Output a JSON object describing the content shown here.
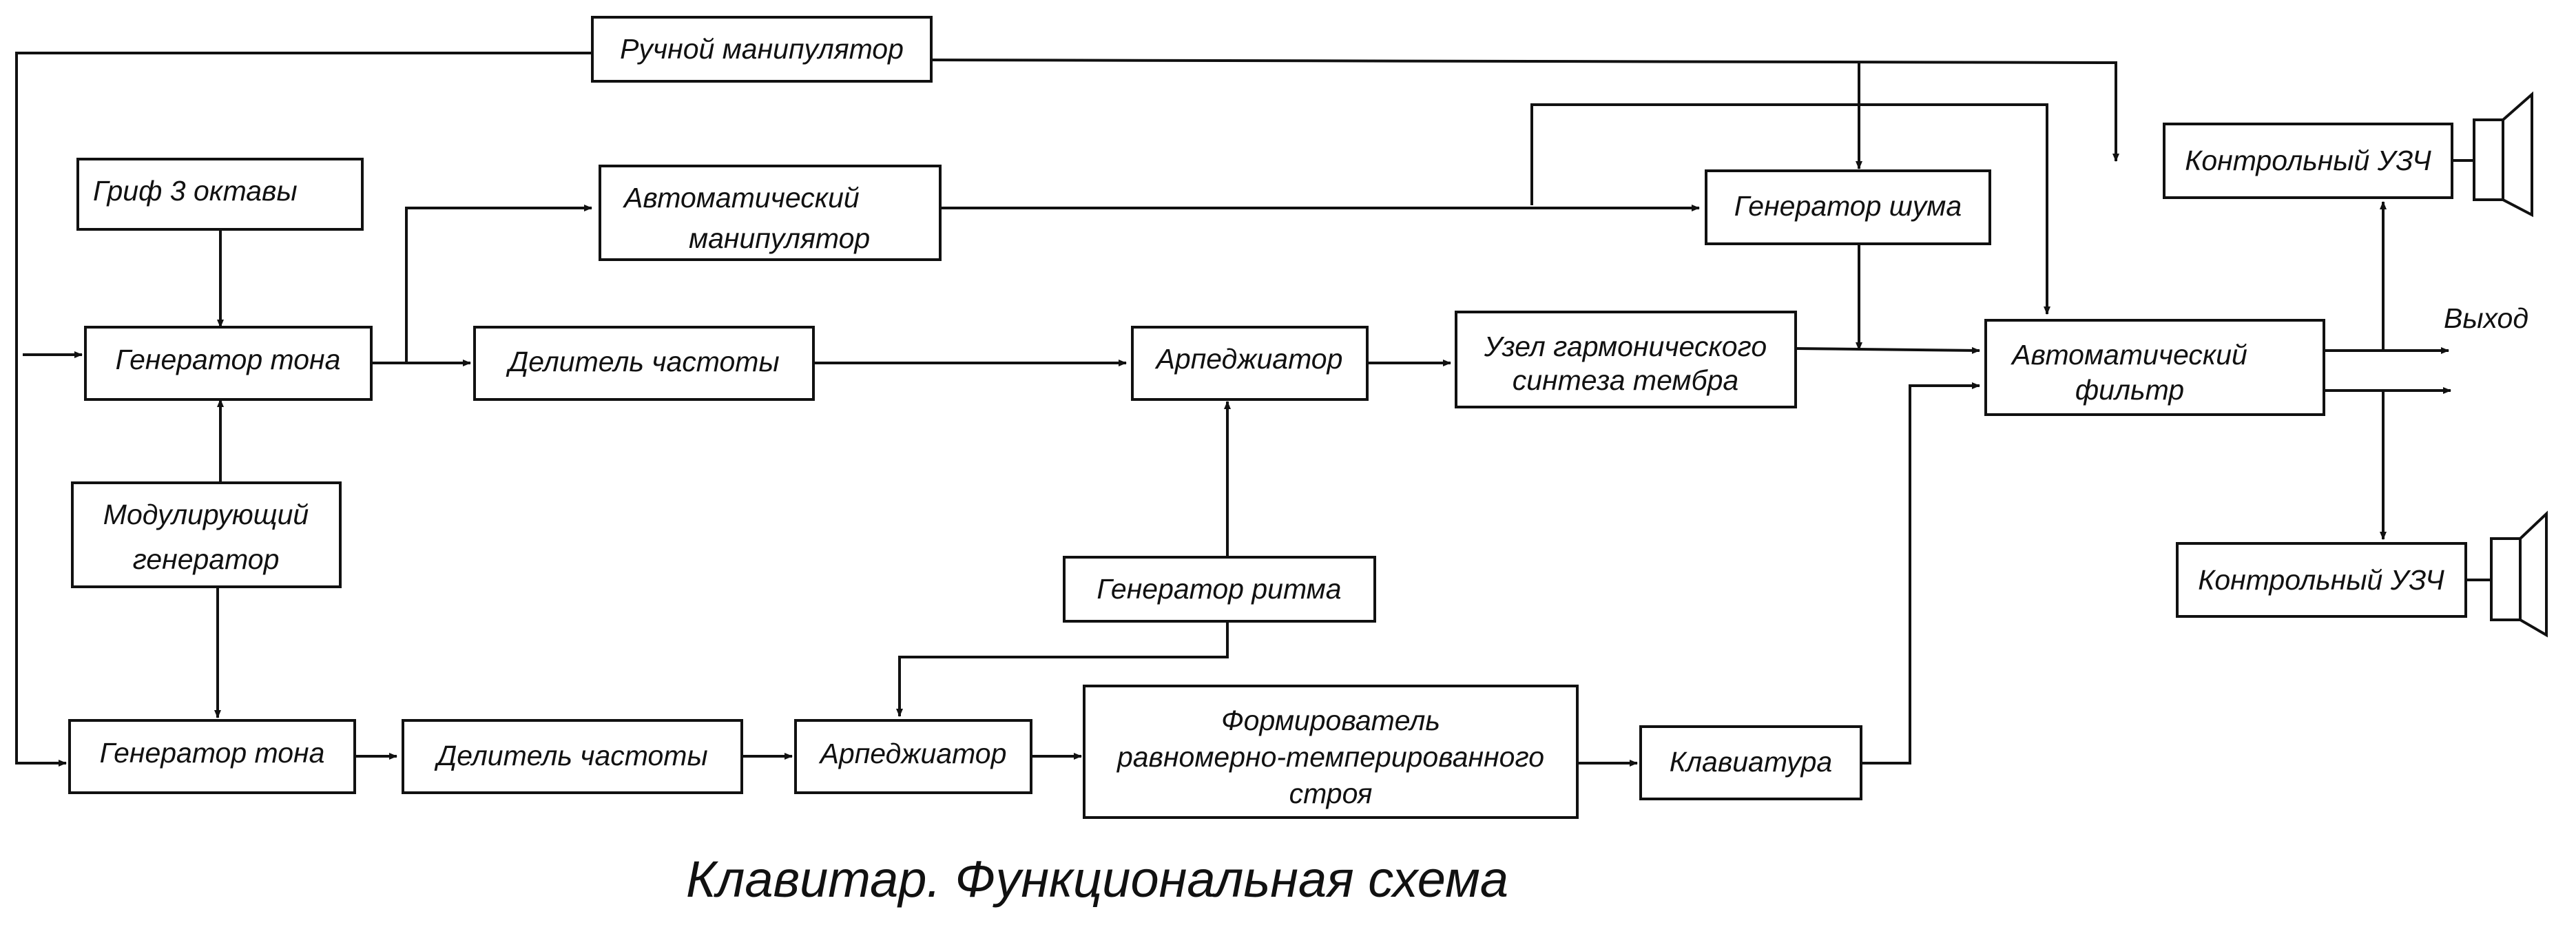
{
  "diagram": {
    "title": "Клавитар. Функциональная схема",
    "output_label": "Выход",
    "blocks": {
      "manual_manipulator": [
        "Ручной манипулятор"
      ],
      "fretboard": [
        "Гриф 3 октавы"
      ],
      "auto_manipulator": [
        "Автоматический",
        "манипулятор"
      ],
      "noise_generator": [
        "Генератор шума"
      ],
      "tone_generator_top": [
        "Генератор тона"
      ],
      "freq_divider_top": [
        "Делитель частоты"
      ],
      "arpeggiator_top": [
        "Арпеджиатор"
      ],
      "harmonic_synth": [
        "Узел гармонического",
        "синтеза тембра"
      ],
      "auto_filter": [
        "Автоматический",
        "фильтр"
      ],
      "control_amp_top": [
        "Контрольный УЗЧ"
      ],
      "control_amp_bottom": [
        "Контрольный УЗЧ"
      ],
      "modulating_generator": [
        "Модулирующий",
        "генератор"
      ],
      "rhythm_generator": [
        "Генератор ритма"
      ],
      "tone_generator_bottom": [
        "Генератор тона"
      ],
      "freq_divider_bottom": [
        "Делитель частоты"
      ],
      "arpeggiator_bottom": [
        "Арпеджиатор"
      ],
      "temperament_former": [
        "Формирователь",
        "равномерно-темперированного",
        "строя"
      ],
      "keyboard": [
        "Клавиатура"
      ]
    }
  }
}
